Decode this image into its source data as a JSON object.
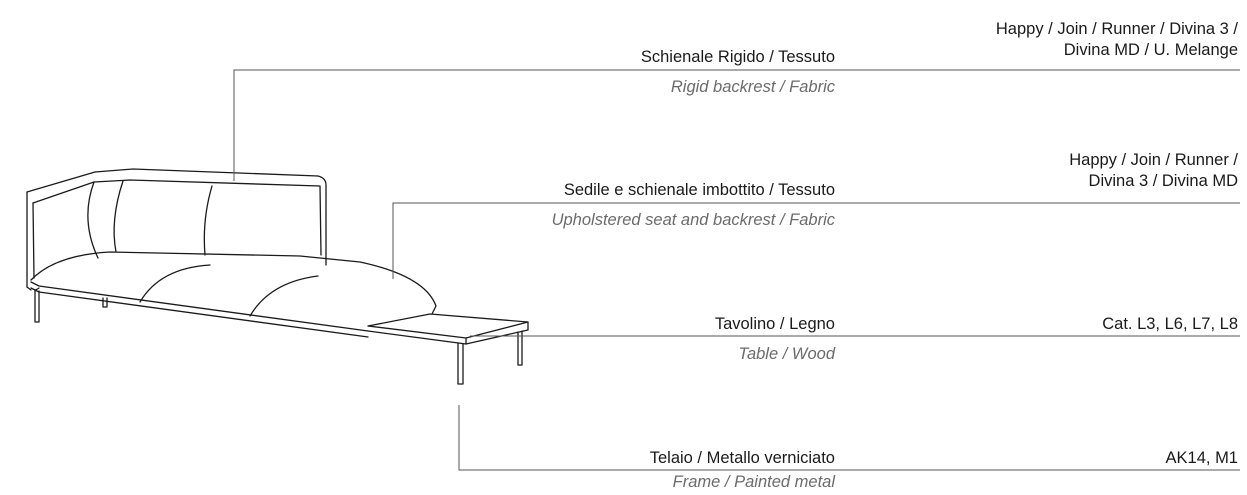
{
  "callouts": [
    {
      "label_it": "Schienale Rigido / Tessuto",
      "label_en": "Rigid backrest / Fabric",
      "finishes": [
        "Happy / Join / Runner / Divina 3 /",
        "Divina MD / U. Melange"
      ]
    },
    {
      "label_it": "Sedile e schienale imbottito / Tessuto",
      "label_en": "Upholstered seat and backrest / Fabric",
      "finishes": [
        "Happy / Join / Runner /",
        "Divina 3 / Divina MD"
      ]
    },
    {
      "label_it": "Tavolino / Legno",
      "label_en": "Table / Wood",
      "finishes": [
        "Cat. L3, L6, L7, L8"
      ]
    },
    {
      "label_it": "Telaio / Metallo verniciato",
      "label_en": "Frame / Painted metal",
      "finishes": [
        "AK14, M1"
      ]
    }
  ],
  "colors": {
    "ink": "#1a1a1a",
    "secondary": "#6b6b6b",
    "leader": "#555555"
  }
}
